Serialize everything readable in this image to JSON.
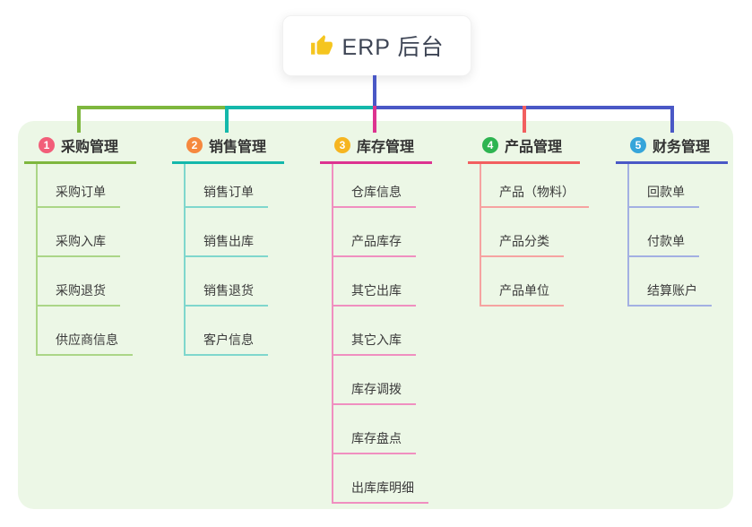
{
  "root": {
    "title": "ERP 后台",
    "icon": "thumbs-up-icon",
    "icon_color": "#f5c51f"
  },
  "panel_color": "#ecf7e6",
  "branches": [
    {
      "number": "1",
      "label": "采购管理",
      "badge_color": "#f25e79",
      "line_color": "#7eb73e",
      "line_light": "#abd687",
      "items": [
        "采购订单",
        "采购入库",
        "采购退货",
        "供应商信息"
      ]
    },
    {
      "number": "2",
      "label": "销售管理",
      "badge_color": "#f6883e",
      "line_color": "#14b8ab",
      "line_light": "#7fd7cd",
      "items": [
        "销售订单",
        "销售出库",
        "销售退货",
        "客户信息"
      ]
    },
    {
      "number": "3",
      "label": "库存管理",
      "badge_color": "#f6b520",
      "line_color": "#dd3390",
      "line_light": "#f08fc0",
      "items": [
        "仓库信息",
        "产品库存",
        "其它出库",
        "其它入库",
        "库存调拨",
        "库存盘点",
        "出库库明细"
      ]
    },
    {
      "number": "4",
      "label": "产品管理",
      "badge_color": "#2eb451",
      "line_color": "#f25f5f",
      "line_light": "#f6a3a1",
      "items": [
        "产品（物料）",
        "产品分类",
        "产品单位"
      ]
    },
    {
      "number": "5",
      "label": "财务管理",
      "badge_color": "#36a5da",
      "line_color": "#4a58c6",
      "line_light": "#a3b0e2",
      "items": [
        "回款单",
        "付款单",
        "结算账户"
      ]
    }
  ]
}
